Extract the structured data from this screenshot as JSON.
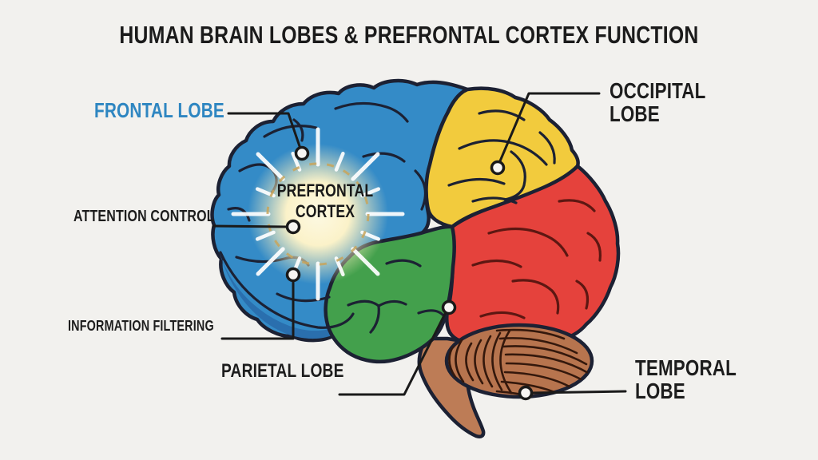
{
  "title": "HUMAN BRAIN LOBES & PREFRONTAL CORTEX FUNCTION",
  "labels": {
    "frontal": "FRONTAL LOBE",
    "attention": "ATTENTION CONTROL",
    "information": "INFORMATION FILTERING",
    "parietal": "PARIETAL LOBE",
    "occipital_line1": "OCCIPITAL",
    "occipital_line2": "LOBE",
    "temporal_line1": "TEMPORAL",
    "temporal_line2": "LOBE",
    "prefrontal_line1": "PREFRONTAL",
    "prefrontal_line2": "CORTEX"
  },
  "colors": {
    "background": "#f2f1ee",
    "outline": "#1c2133",
    "leader": "#1a1a1a",
    "title_text": "#1b1b1b",
    "label_text": "#1d1d1d",
    "frontal_label_blue": "#2e86c1",
    "frontal_blue": "#348bc7",
    "frontal_blue_shade": "#2a6fae",
    "occipital_yellow": "#f2cb3d",
    "back_red": "#e5423c",
    "red_gyri": "#5d1712",
    "lower_green": "#43a04c",
    "cerebellum_brown": "#b7744e",
    "stem_brown": "#bd7c56",
    "stripe_brown": "#34180c",
    "glow_cream": "#fbf2c9",
    "ray_white": "#ffffff",
    "dashed_ring": "#c8a45c",
    "marker_fill": "#f7f5f2"
  },
  "diagram": {
    "type": "labeled-brain-lateral-view",
    "regions": [
      {
        "label": "FRONTAL LOBE",
        "fill": "#348bc7",
        "points_to": "blue front region"
      },
      {
        "label": "OCCIPITAL LOBE",
        "fill": "#f2cb3d",
        "points_to": "yellow upper-rear region"
      },
      {
        "label": "PARIETAL LOBE",
        "fill": "#43a04c",
        "points_to": "green/red lower boundary"
      },
      {
        "label": "TEMPORAL LOBE",
        "fill": "#b7744e",
        "points_to": "cerebellum underside"
      },
      {
        "label": "PREFRONTAL CORTEX",
        "fill": "#fbf2c9",
        "points_to": "glowing area of frontal lobe"
      },
      {
        "label": "ATTENTION CONTROL",
        "points_to": "prefrontal cortex glow"
      },
      {
        "label": "INFORMATION FILTERING",
        "points_to": "lower frontal lobe"
      }
    ]
  }
}
